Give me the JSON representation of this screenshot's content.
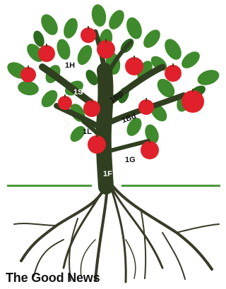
{
  "caption": "The Good News",
  "labels": {
    "trunk": "1F",
    "branch_upper_left": "1H",
    "branch_mid_left": "1S",
    "branch_lower_left": "1L",
    "branch_upper_right": "1Bp",
    "branch_mid_right": "1Bd",
    "branch_lower_right": "1G"
  },
  "colors": {
    "leaf": "#3f8a2c",
    "leaf_dark": "#2c6a1e",
    "trunk": "#2f3f1f",
    "root": "#3a3a28",
    "apple": "#e0202a",
    "ground": "#4a9a3a"
  }
}
